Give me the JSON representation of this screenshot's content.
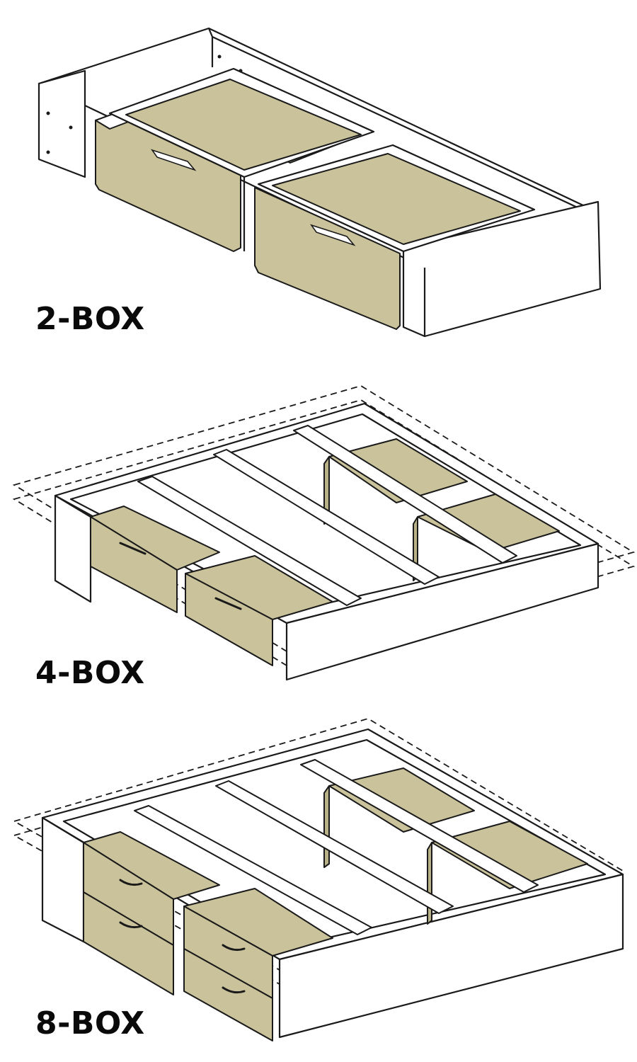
{
  "diagram": {
    "subject": "Bed base storage box configurations",
    "colors": {
      "frame": "#ffffff",
      "outline": "#1a1a1a",
      "drawer_fill": "#c9c29a",
      "label": "#0a0a0a"
    },
    "panels": [
      {
        "id": "2-box",
        "label": "2-BOX",
        "drawers": 2,
        "drawer_style": "single drawer with slot handle",
        "slats": false,
        "mattress_outline": false
      },
      {
        "id": "4-box",
        "label": "4-BOX",
        "drawers": 4,
        "drawer_style": "single drawer with slot handle",
        "slats": true,
        "mattress_outline": true
      },
      {
        "id": "8-box",
        "label": "8-BOX",
        "drawers": 8,
        "drawer_style": "two stacked drawers with curved handles",
        "slats": true,
        "mattress_outline": true
      }
    ]
  }
}
